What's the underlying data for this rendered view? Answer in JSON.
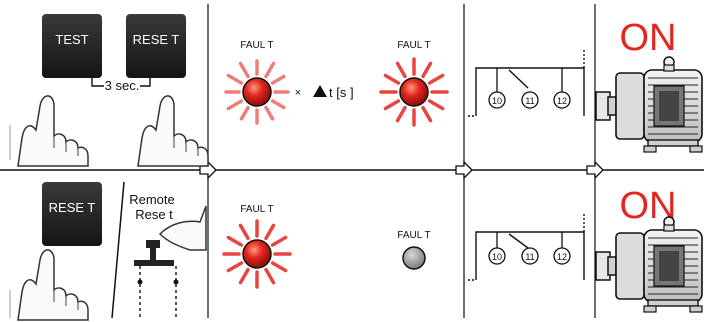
{
  "row1": {
    "test_button": "TEST",
    "reset_button": "RESE T",
    "hold_time": "3 sec.",
    "fault_label_1": "FAUL T",
    "times_symbol": "×",
    "delta_t": "t [s ]",
    "fault_label_2": "FAUL T",
    "terminals": [
      "10",
      "11",
      "12"
    ],
    "status": "ON"
  },
  "row2": {
    "reset_button": "RESE T",
    "remote_reset": [
      "Remote",
      "Rese  t"
    ],
    "fault_label_1": "FAUL T",
    "fault_label_2": "FAUL T",
    "terminals": [
      "10",
      "11",
      "12"
    ],
    "status": "ON"
  },
  "colors": {
    "led_on": "#e3261f",
    "led_off": "#9a9a9a",
    "on_text": "#e3261f"
  }
}
